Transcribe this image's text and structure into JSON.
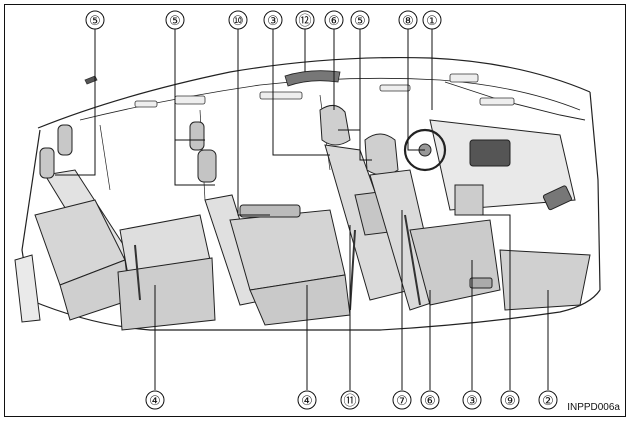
{
  "figure": {
    "code": "INPPD006a",
    "callouts": [
      {
        "id": "c5a",
        "label": "⑤"
      },
      {
        "id": "c5b",
        "label": "⑤"
      },
      {
        "id": "c10",
        "label": "⑩"
      },
      {
        "id": "c3a",
        "label": "③"
      },
      {
        "id": "c12",
        "label": "⑫"
      },
      {
        "id": "c6a",
        "label": "⑥"
      },
      {
        "id": "c5c",
        "label": "⑤"
      },
      {
        "id": "c8",
        "label": "⑧"
      },
      {
        "id": "c1",
        "label": "①"
      },
      {
        "id": "c4a",
        "label": "④"
      },
      {
        "id": "c4b",
        "label": "④"
      },
      {
        "id": "c11",
        "label": "⑪"
      },
      {
        "id": "c7",
        "label": "⑦"
      },
      {
        "id": "c6b",
        "label": "⑥"
      },
      {
        "id": "c3b",
        "label": "③"
      },
      {
        "id": "c9",
        "label": "⑨"
      },
      {
        "id": "c2",
        "label": "②"
      }
    ]
  }
}
